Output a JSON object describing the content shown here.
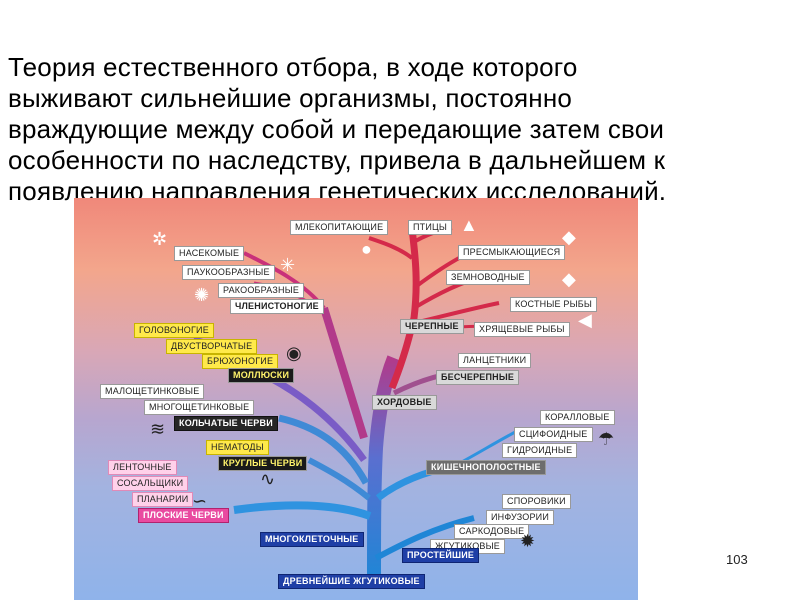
{
  "heading_lines": [
    "Теория естественного отбора, в ходе которого",
    "выживают сильнейшие организмы, постоянно",
    "враждующие между собой и передающие затем свои",
    "особенности по наследству, привела в дальнейшем к",
    "появлению направления генетических исследований."
  ],
  "page_number": "103",
  "tree": {
    "root": "Древнейшие жгутиковые",
    "simplest": "Простейшие",
    "multicellular": "Многоклеточные",
    "chordates": "Хордовые",
    "vertebrates": "Черепные",
    "invertebrate_chordates": "Бесчерепные",
    "lancelets": "Ланцетники",
    "mammals": "Млекопитающие",
    "birds": "Птицы",
    "reptiles": "Пресмыкающиеся",
    "amphibians": "Земноводные",
    "bony_fish": "Костные рыбы",
    "cartilaginous_fish": "Хрящевые рыбы",
    "arthropods": "Членистоногие",
    "insects": "Насекомые",
    "arachnids": "Паукообразные",
    "crustaceans": "Ракообразные",
    "mollusks": "Моллюски",
    "cephalopods": "Головоногие",
    "bivalves": "Двустворчатые",
    "gastropods": "Брюхоногие",
    "annelids": "Кольчатые черви",
    "oligochaetes": "Малощетинковые",
    "polychaetes": "Многощетинковые",
    "roundworms": "Круглые черви",
    "nematodes": "Нематоды",
    "flatworms": "Плоские черви",
    "tapeworms": "Ленточные",
    "flukes": "Сосальщики",
    "planarians": "Планарии",
    "coelenterates": "Кишечнополостные",
    "corals": "Коралловые",
    "scyphozoa": "Сцифоидные",
    "hydrozoa": "Гидроидные",
    "sporozoa": "Споровики",
    "infusoria": "Инфузории",
    "sarcodina": "Саркодовые",
    "flagellates": "Жгутиковые"
  }
}
